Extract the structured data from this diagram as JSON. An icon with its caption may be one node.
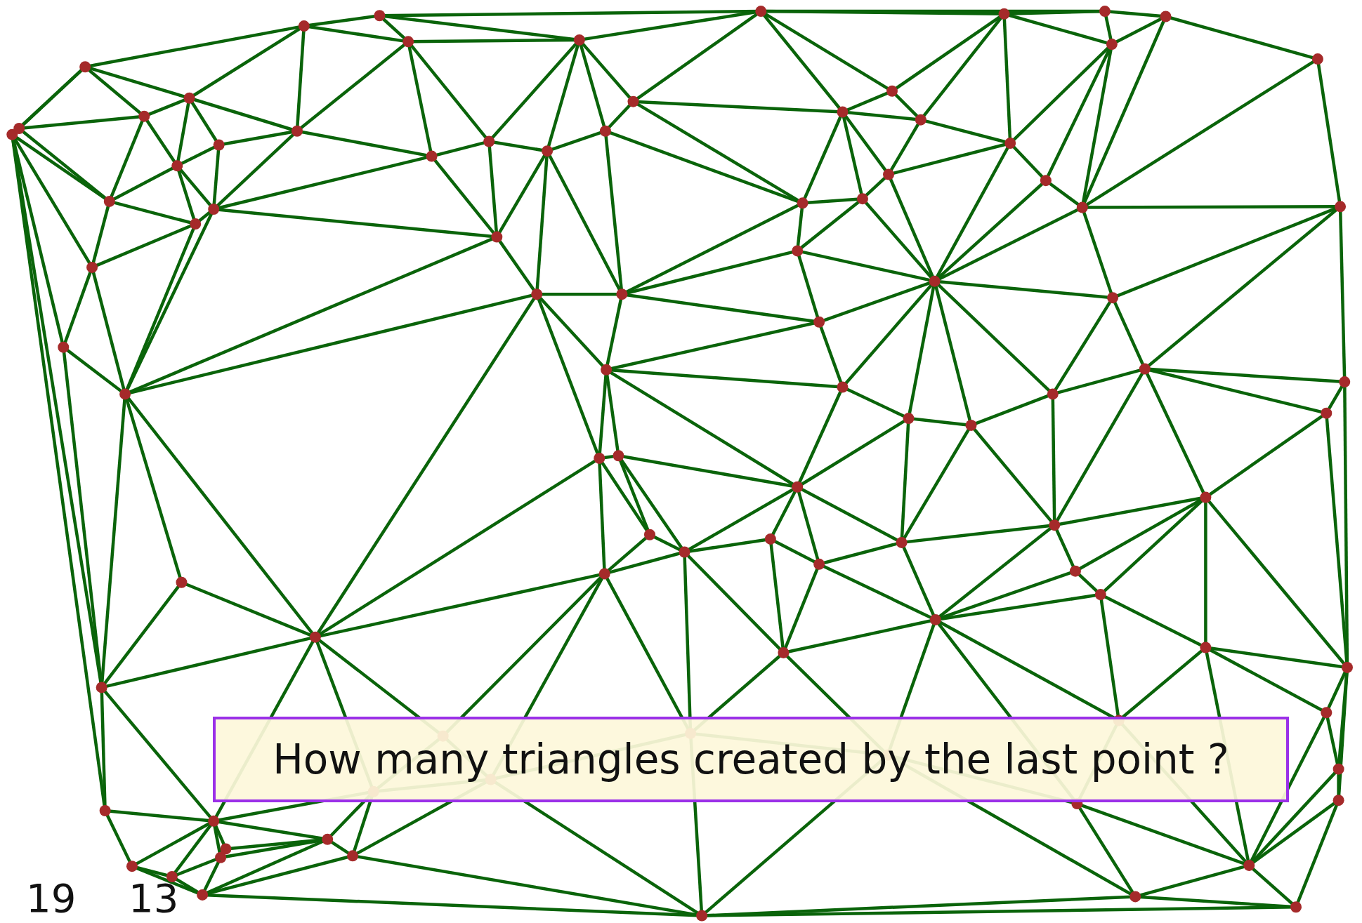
{
  "diagram": {
    "nodes": [
      {
        "text": [
          "How many triangles created by the last point ?"
        ]
      }
    ],
    "labels": [
      "19",
      "13"
    ]
  }
}
